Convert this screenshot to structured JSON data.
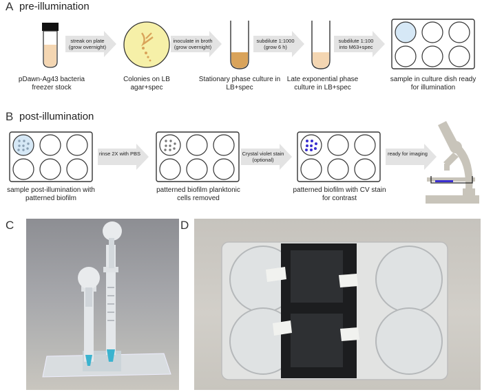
{
  "panels": {
    "A": {
      "letter": "A",
      "title": "pre-illumination",
      "captions": [
        "pDawn-Ag43 bacteria freezer stock",
        "Colonies on LB agar+spec",
        "Stationary phase culture in LB+spec",
        "Late exponential phase culture in LB+spec",
        "sample in culture dish ready for illumination"
      ],
      "steps": [
        "streak on plate (grow overnight)",
        "inoculate in broth (grow overnight)",
        "subdilute 1:1000 (grow 6 h)",
        "subdilute 1:100 into M63+spec"
      ]
    },
    "B": {
      "letter": "B",
      "title": "post-illumination",
      "captions": [
        "sample post-illumination with patterned biofilm",
        "patterned biofilm planktonic cells removed",
        "patterned biofilm with CV stain for contrast"
      ],
      "steps": [
        "rinse 2X with PBS",
        "Crystal violet stain (optional)",
        "ready for imaging"
      ]
    },
    "C": {
      "letter": "C"
    },
    "D": {
      "letter": "D"
    }
  },
  "colors": {
    "arrow": "#e3e3e3",
    "tube_dark": "#d9a35a",
    "tube_light": "#f4d6b2",
    "plate_fill": "#f6f0a8",
    "well_highlight": "#d6e8f6",
    "crystal_violet": "#3a2fd0",
    "microscope": "#c8c4ba"
  },
  "icons": [
    "freezer-vial-icon",
    "agar-plate-icon",
    "culture-tube-icon",
    "six-well-plate-icon",
    "microscope-icon"
  ]
}
